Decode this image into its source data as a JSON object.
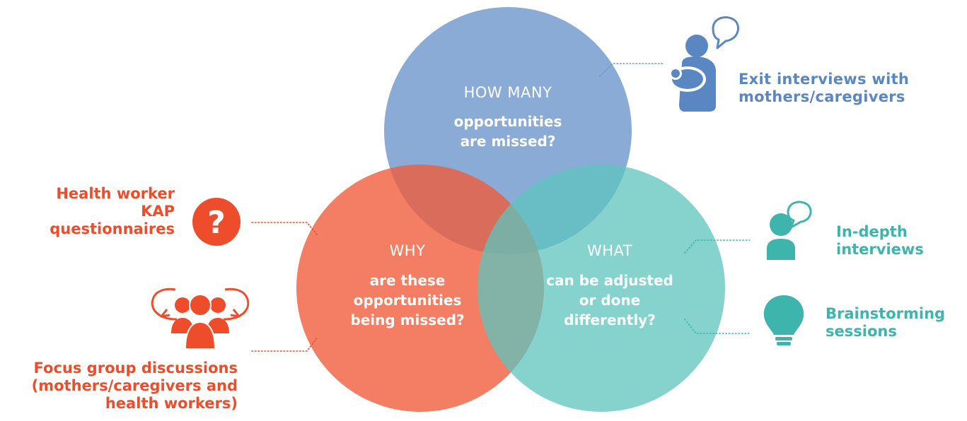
{
  "colors": {
    "blue": "#6f98cc",
    "red": "#f05a37",
    "teal": "#5ec4bd",
    "label_blue": "#5a87c2",
    "label_red": "#ee4d2b",
    "label_teal": "#3db5ad"
  },
  "circles": {
    "how_many": {
      "title": "HOW MANY",
      "lines": [
        "opportunities",
        "are missed?"
      ]
    },
    "why": {
      "title": "WHY",
      "lines": [
        "are these",
        "opportunities",
        "being missed?"
      ]
    },
    "what": {
      "title": "WHAT",
      "lines": [
        "can be adjusted",
        "or done",
        "differently?"
      ]
    }
  },
  "methods": {
    "exit_interviews": {
      "lines": [
        "Exit interviews with",
        "mothers/caregivers"
      ],
      "icon": "mother-with-baby-speech-icon"
    },
    "kap": {
      "lines": [
        "Health worker",
        "KAP",
        "questionnaires"
      ],
      "icon": "question-mark-icon"
    },
    "focus_groups": {
      "lines": [
        "Focus group discussions",
        "(mothers/caregivers and",
        "health workers)"
      ],
      "icon": "group-discussion-icon"
    },
    "in_depth": {
      "lines": [
        "In-depth",
        "interviews"
      ],
      "icon": "person-speech-icon"
    },
    "brainstorming": {
      "lines": [
        "Brainstorming",
        "sessions"
      ],
      "icon": "lightbulb-icon"
    }
  }
}
